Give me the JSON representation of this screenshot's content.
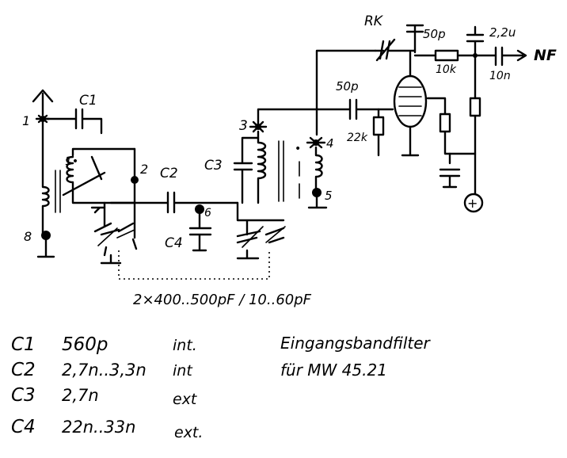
{
  "schematic": {
    "component_labels": {
      "c1": "C1",
      "c2": "C2",
      "c3": "C3",
      "c4": "C4",
      "rk": "RK",
      "cap_50p_top": "50p",
      "cap_22u": "2,2u",
      "res_10k": "10k",
      "cap_10n": "10n",
      "nf_out": "NF",
      "cap_50p_grid": "50p",
      "res_22k": "22k",
      "plus": "+"
    },
    "pins": [
      "1",
      "2",
      "3",
      "4",
      "5",
      "6",
      "8"
    ],
    "tuning_note": "2×400..500pF / 10..60pF"
  },
  "parts_table": [
    {
      "ref": "C1",
      "value": "560p",
      "mount": "int."
    },
    {
      "ref": "C2",
      "value": "2,7n..3,3n",
      "mount": "int"
    },
    {
      "ref": "C3",
      "value": "2,7n",
      "mount": "ext"
    },
    {
      "ref": "C4",
      "value": "22n..33n",
      "mount": "ext."
    }
  ],
  "caption": {
    "line1": "Eingangsbandfilter",
    "line2": "für MW 45.21"
  }
}
